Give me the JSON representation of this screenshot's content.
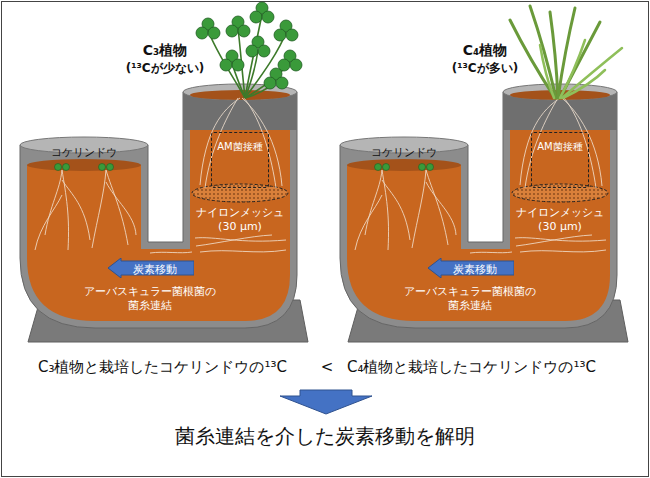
{
  "diagram": {
    "nodes": [
      {
        "text": [
          "コケリンドウ",
          "ナイロンメッシュ (30 µm)",
          "アーバスキュラー菌根菌の菌糸連結"
        ]
      },
      {
        "text": [
          "AM菌接種"
        ],
        "in": 0
      },
      {
        "text": [
          "炭素移動"
        ],
        "in": 0
      },
      {
        "text": [
          "コケリンドウ",
          "ナイロンメッシュ (30 µm)",
          "アーバスキュラー菌根菌の菌糸連結"
        ]
      },
      {
        "text": [
          "AM菌接種"
        ],
        "in": 3
      },
      {
        "text": [
          "炭素移動"
        ],
        "in": 3
      }
    ],
    "labels": [
      "C₃植物",
      "(¹³Cが少ない)",
      "C₄植物",
      "(¹³Cが多い)",
      "C₃植物と栽培したコケリンドウの¹³C",
      "<",
      "C₄植物と栽培したコケリンドウの¹³C",
      "菌糸連結を介した炭素移動を解明"
    ]
  }
}
